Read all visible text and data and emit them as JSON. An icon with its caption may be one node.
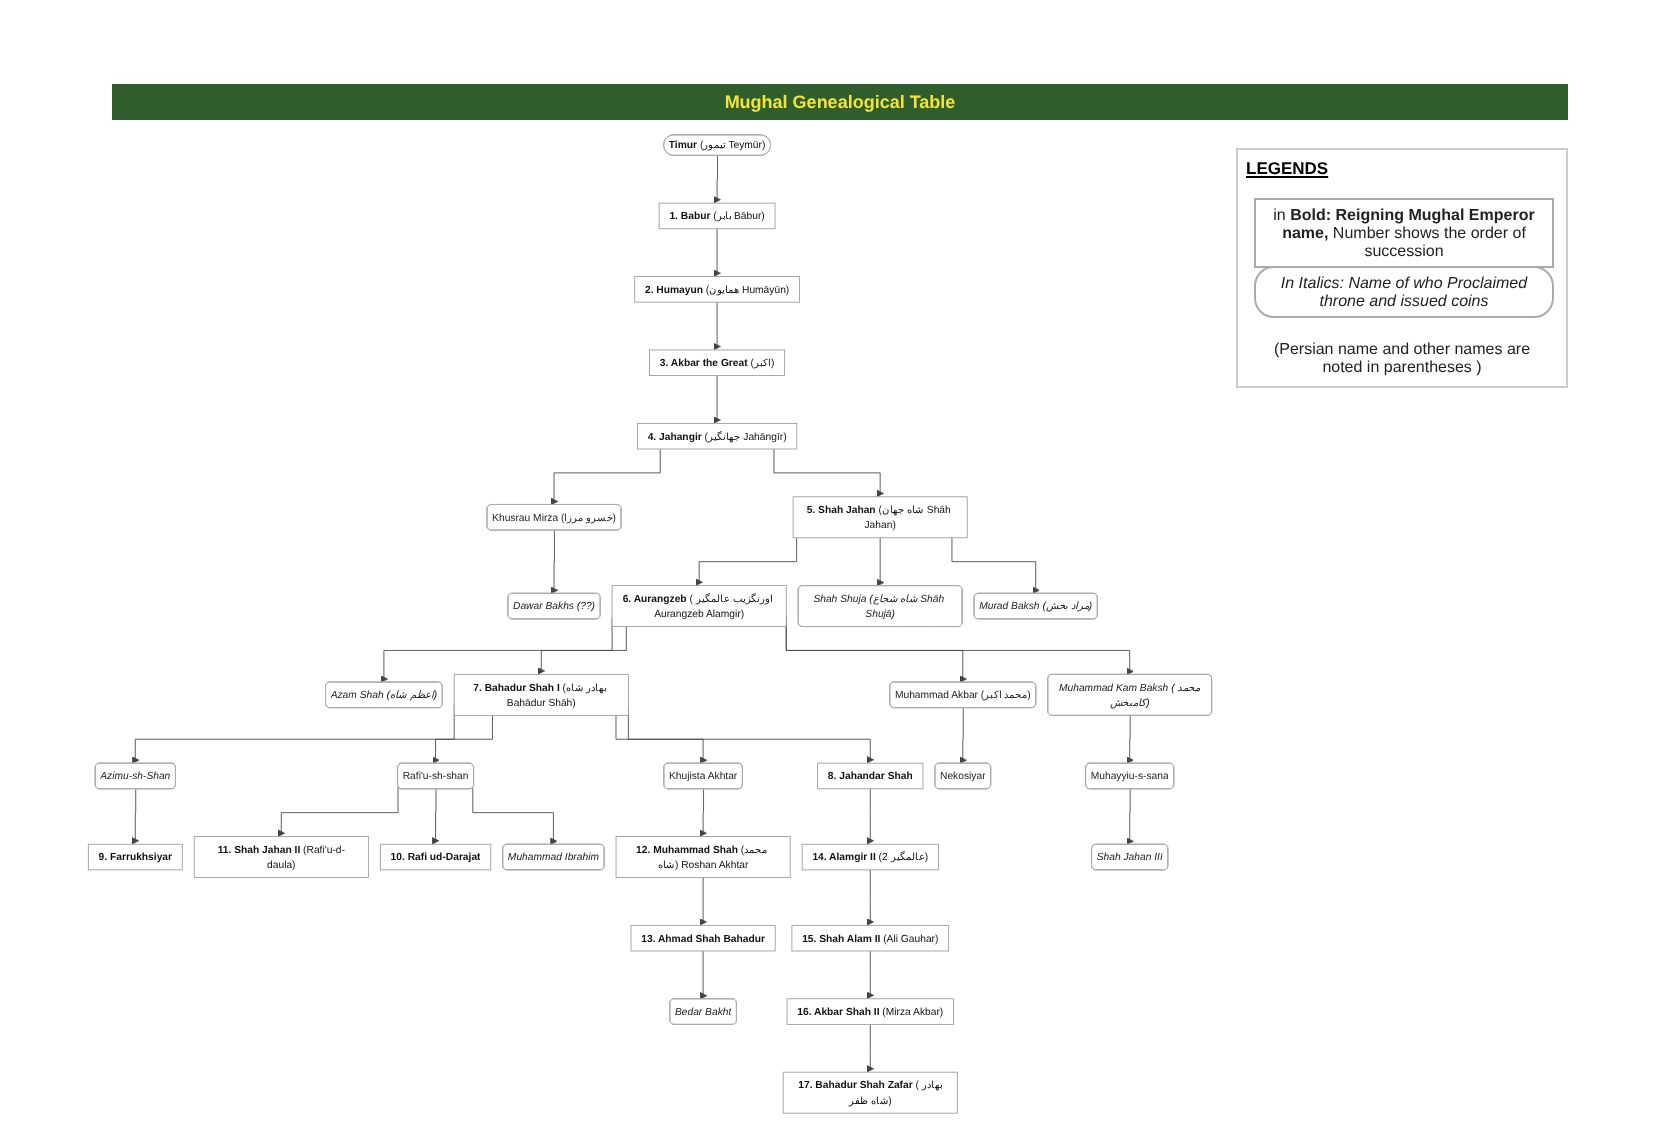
{
  "diagram": {
    "title": "Mughal Genealogical Table",
    "nodes": [
      {
        "text": [
          "**Timur** (تیمور Teymūr)"
        ]
      },
      {
        "text": [
          "**1. Babur** (بابر Bābur)"
        ]
      },
      {
        "text": [
          "**2. Humayun** (همایون Humāyūn)"
        ]
      },
      {
        "text": [
          "**3. Akbar the Great** (اکبر)"
        ]
      },
      {
        "text": [
          "**4. Jahangir** (جهانگیر Jahāngīr)"
        ]
      },
      {
        "text": [
          "Khusrau Mirza (خسرو مرزا)"
        ]
      },
      {
        "text": [
          "**5. Shah Jahan** (شاه جهان Shāh Jahan)"
        ]
      },
      {
        "text": [
          "Dawar Bakhs (??)"
        ]
      },
      {
        "text": [
          "**6. Aurangzeb** ( اورنگزیب عالمگیر Aurangzeb Alamgir)"
        ]
      },
      {
        "text": [
          "Shah Shuja (شاه شجاع Shāh Shujā)"
        ]
      },
      {
        "text": [
          "Murad Baksh (مراد بخش)"
        ]
      },
      {
        "text": [
          "Azam Shah (اعظم شاه)"
        ]
      },
      {
        "text": [
          "**7. Bahadur Shah I** (بهادر شاه Bahādur Shāh)"
        ]
      },
      {
        "text": [
          "Muhammad Akbar (محمد اکبر)"
        ]
      },
      {
        "text": [
          "Muhammad Kam Baksh (محمد کامبخش)"
        ]
      },
      {
        "text": [
          "Azimu-sh-Shan"
        ]
      },
      {
        "text": [
          "Rafi'u-sh-shan"
        ]
      },
      {
        "text": [
          "8. Jahandar Shah"
        ]
      },
      {
        "text": [
          "Khujista Akhtar"
        ]
      },
      {
        "text": [
          "Nekosiyar"
        ]
      },
      {
        "text": [
          "Muhayyiu-s-sana"
        ]
      },
      {
        "text": [
          "9. Farrukhsiyar"
        ]
      },
      {
        "text": [
          "**11. Shah Jahan II** (Rafi'u-d-daula)"
        ]
      },
      {
        "text": [
          "10. Rafi ud-Darajat"
        ]
      },
      {
        "text": [
          "Muhammad Ibrahim"
        ]
      },
      {
        "text": [
          "**14. Alamgir II** (عالمگیر 2)"
        ]
      },
      {
        "text": [
          "**12. Muhammad Shah** (محمد شاه) Roshan Akhtar"
        ]
      },
      {
        "text": [
          "Shah Jahan III"
        ]
      },
      {
        "text": [
          "**15. Shah Alam II** (Ali Gauhar)"
        ]
      },
      {
        "text": [
          "13. Ahmad Shah Bahadur"
        ]
      },
      {
        "text": [
          "Bedar Bakht"
        ]
      },
      {
        "text": [
          "**16. Akbar Shah II** (Mirza Akbar)"
        ]
      },
      {
        "text": [
          "**17. Bahadur Shah Zafar** (بهادر شاه ظفر)"
        ]
      }
    ],
    "edges": [
      {
        "from": 0,
        "to": 1,
        "arrow": "to"
      },
      {
        "from": 1,
        "to": 2,
        "arrow": "to"
      },
      {
        "from": 2,
        "to": 3,
        "arrow": "to"
      },
      {
        "from": 3,
        "to": 4,
        "arrow": "to"
      },
      {
        "from": 4,
        "to": 5,
        "arrow": "to"
      },
      {
        "from": 4,
        "to": 6,
        "arrow": "to"
      },
      {
        "from": 5,
        "to": 7,
        "arrow": "to"
      },
      {
        "from": 6,
        "to": 8,
        "arrow": "to"
      },
      {
        "from": 6,
        "to": 9,
        "arrow": "to"
      },
      {
        "from": 6,
        "to": 10,
        "arrow": "to"
      },
      {
        "from": 8,
        "to": 11,
        "arrow": "to"
      },
      {
        "from": 8,
        "to": 12,
        "arrow": "to"
      },
      {
        "from": 8,
        "to": 13,
        "arrow": "to"
      },
      {
        "from": 8,
        "to": 14,
        "arrow": "to"
      },
      {
        "from": 12,
        "to": 15,
        "arrow": "to"
      },
      {
        "from": 12,
        "to": 16,
        "arrow": "to"
      },
      {
        "from": 12,
        "to": 17,
        "arrow": "to"
      },
      {
        "from": 12,
        "to": 18,
        "arrow": "to"
      },
      {
        "from": 13,
        "to": 19,
        "arrow": "to"
      },
      {
        "from": 14,
        "to": 20,
        "arrow": "to"
      },
      {
        "from": 15,
        "to": 21,
        "arrow": "to"
      },
      {
        "from": 16,
        "to": 22,
        "arrow": "to"
      },
      {
        "from": 16,
        "to": 23,
        "arrow": "to"
      },
      {
        "from": 16,
        "to": 24,
        "arrow": "to"
      },
      {
        "from": 17,
        "to": 25,
        "arrow": "to"
      },
      {
        "from": 18,
        "to": 26,
        "arrow": "to"
      },
      {
        "from": 20,
        "to": 27,
        "arrow": "to"
      },
      {
        "from": 25,
        "to": 28,
        "arrow": "to"
      },
      {
        "from": 26,
        "to": 29,
        "arrow": "to"
      },
      {
        "from": 29,
        "to": 30,
        "arrow": "to"
      },
      {
        "from": 28,
        "to": 31,
        "arrow": "to"
      },
      {
        "from": 31,
        "to": 32,
        "arrow": "to"
      }
    ],
    "labels": [
      "LEGENDS"
    ],
    "legend": [
      {
        "text": "in **Bold: Reigning Mughal Emperor name,** Number shows the order of succession"
      },
      {
        "text": "In Italics: Name of who Proclaimed throne and issued coins"
      },
      {
        "text": "(Persian name and other names are noted in parentheses )"
      }
    ]
  }
}
